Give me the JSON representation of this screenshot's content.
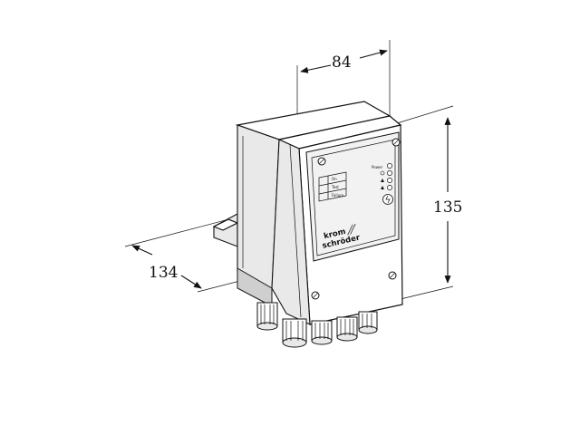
{
  "dimensions": {
    "width": "84",
    "height": "135",
    "depth": "134"
  },
  "device": {
    "brand_line1": "krom",
    "brand_line2": "schröder",
    "indicator_label": "Power",
    "legend_rows": [
      "On",
      "Test",
      "Failure"
    ]
  }
}
